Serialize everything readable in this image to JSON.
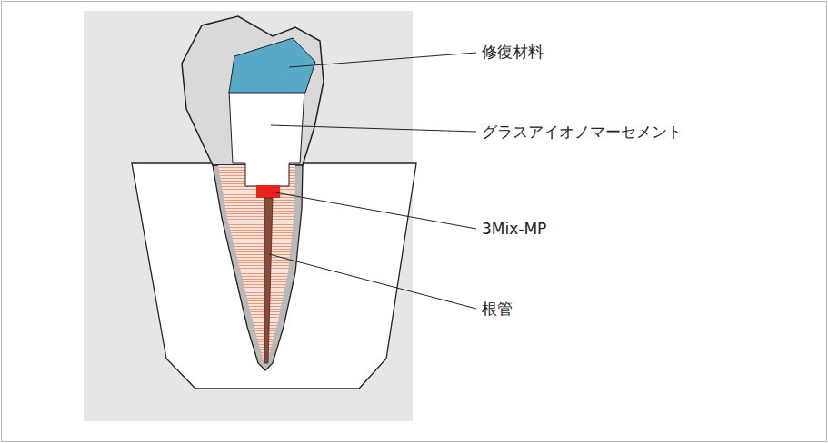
{
  "diagram": {
    "labels": [
      "修復材料",
      "グラスアイオノマーセメント",
      "3Mix-MP",
      "根管"
    ]
  }
}
